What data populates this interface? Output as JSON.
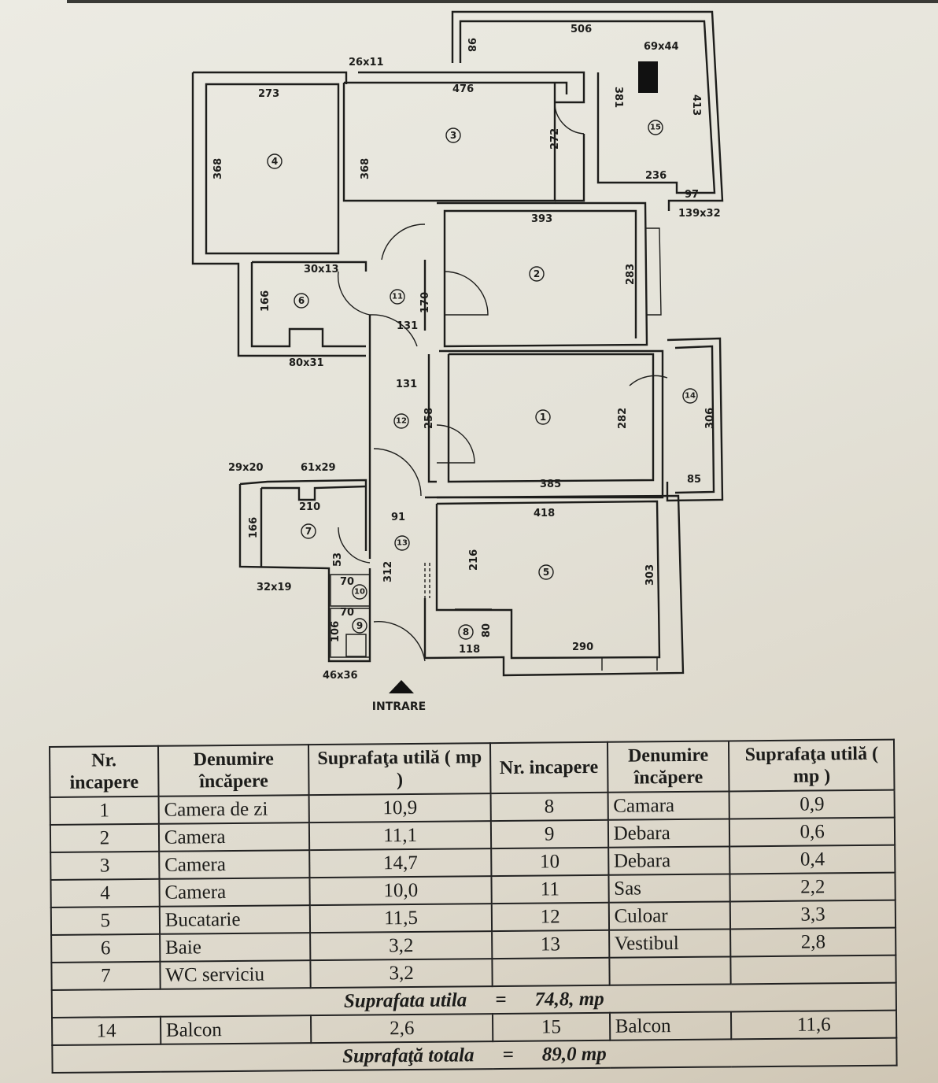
{
  "plan": {
    "entrance_label": "INTRARE",
    "rooms": [
      "1",
      "2",
      "3",
      "4",
      "5",
      "6",
      "7",
      "8",
      "9",
      "10",
      "11",
      "12",
      "13",
      "14",
      "15"
    ],
    "dims": [
      "506",
      "98",
      "69x44",
      "26x11",
      "273",
      "476",
      "368",
      "368",
      "272",
      "381",
      "413",
      "236",
      "97",
      "139x32",
      "393",
      "283",
      "30x13",
      "170",
      "131",
      "166",
      "80x31",
      "131",
      "258",
      "282",
      "306",
      "385",
      "85",
      "29x20",
      "61x29",
      "210",
      "91",
      "418",
      "166",
      "216",
      "303",
      "53",
      "312",
      "70",
      "70",
      "106",
      "80",
      "118",
      "290",
      "32x19",
      "46x36"
    ]
  },
  "table": {
    "headers": [
      "Nr. incapere",
      "Denumire încăpere",
      "Suprafaţa utilă ( mp )",
      "Nr. incapere",
      "Denumire încăpere",
      "Suprafaţa utilă ( mp )"
    ],
    "rows": [
      [
        "1",
        "Camera de zi",
        "10,9",
        "8",
        "Camara",
        "0,9"
      ],
      [
        "2",
        "Camera",
        "11,1",
        "9",
        "Debara",
        "0,6"
      ],
      [
        "3",
        "Camera",
        "14,7",
        "10",
        "Debara",
        "0,4"
      ],
      [
        "4",
        "Camera",
        "10,0",
        "11",
        "Sas",
        "2,2"
      ],
      [
        "5",
        "Bucatarie",
        "11,5",
        "12",
        "Culoar",
        "3,3"
      ],
      [
        "6",
        "Baie",
        "3,2",
        "13",
        "Vestibul",
        "2,8"
      ],
      [
        "7",
        "WC serviciu",
        "3,2",
        "",
        "",
        ""
      ]
    ],
    "useful_label": "Suprafata utila",
    "useful_eq": "=",
    "useful_value": "74,8,  mp",
    "balcony_rows": [
      [
        "14",
        "Balcon",
        "2,6",
        "15",
        "Balcon",
        "11,6"
      ]
    ],
    "total_label": "Suprafaţă totala",
    "total_eq": "=",
    "total_value": "89,0 mp"
  }
}
